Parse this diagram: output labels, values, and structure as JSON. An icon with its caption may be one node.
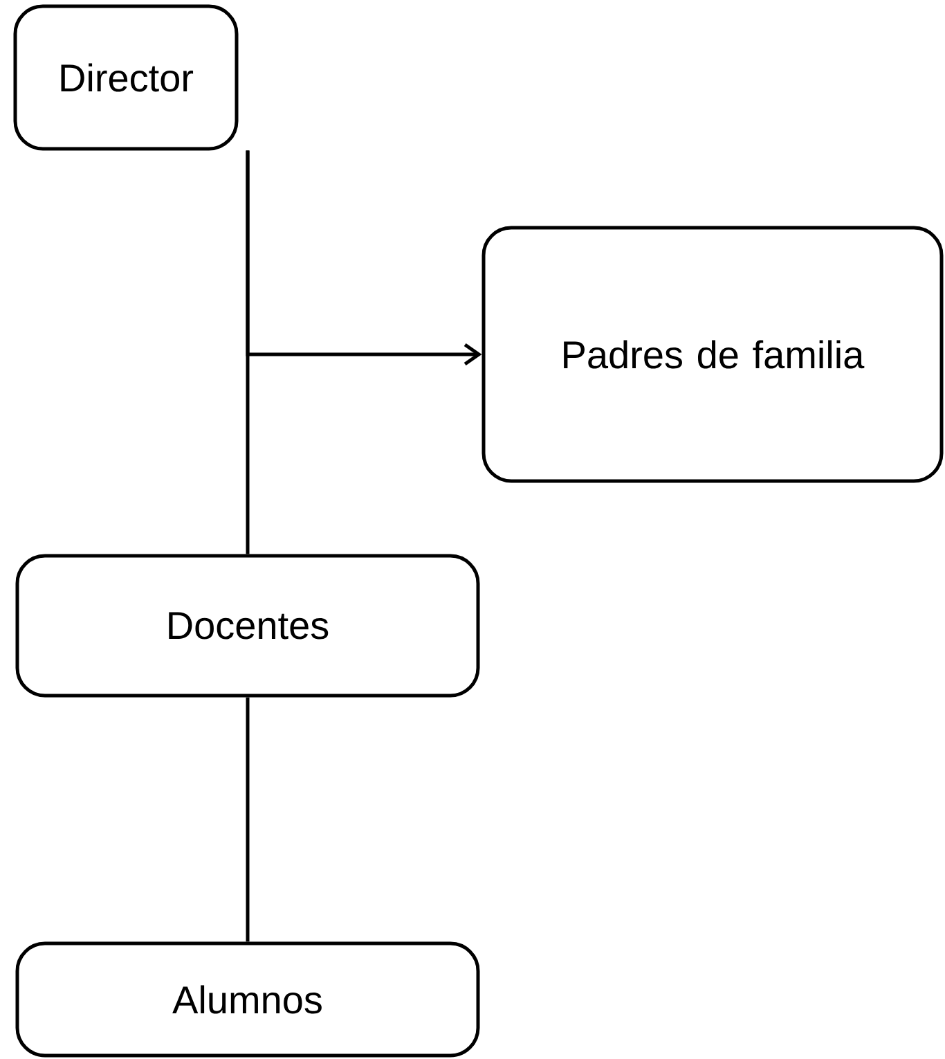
{
  "diagram": {
    "nodes": [
      {
        "text": [
          "Director"
        ]
      },
      {
        "text": [
          "Padres de familia"
        ]
      },
      {
        "text": [
          "Docentes"
        ]
      },
      {
        "text": [
          "Alumnos"
        ]
      }
    ],
    "edges": [
      {
        "from": 0,
        "to": 1,
        "arrow": "to"
      },
      {
        "from": 0,
        "to": 2,
        "arrow": "none"
      },
      {
        "from": 2,
        "to": 3,
        "arrow": "none"
      }
    ]
  }
}
